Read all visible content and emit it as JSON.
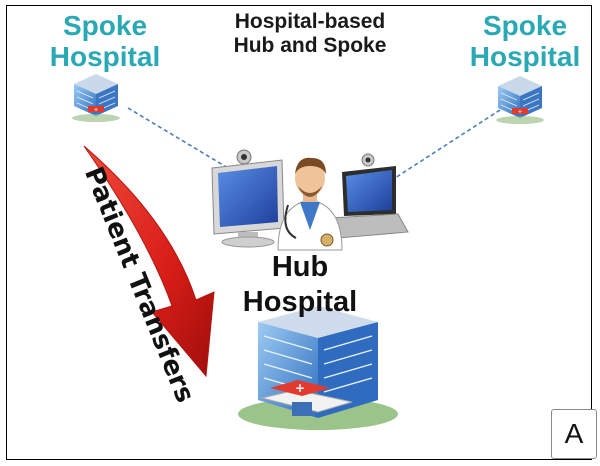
{
  "title": {
    "line1": "Hospital-based",
    "line2": "Hub and Spoke"
  },
  "spoke_left": {
    "line1": "Spoke",
    "line2": "Hospital"
  },
  "spoke_right": {
    "line1": "Spoke",
    "line2": "Hospital"
  },
  "hub": {
    "line1": "Hub",
    "line2": "Hospital"
  },
  "arrow_label": "Patient Transfers",
  "panel_letter": "A",
  "icons": [
    "spoke-hospital-icon",
    "spoke-hospital-icon",
    "monitor-webcam-icon",
    "doctor-icon",
    "laptop-webcam-icon",
    "hub-hospital-icon",
    "red-curved-arrow-icon"
  ],
  "colors": {
    "spoke_label": "#2aa8b4",
    "arrow": "#d9201b",
    "hospital_glass": "#4a8fd6",
    "link_line": "#4a7fb5"
  }
}
